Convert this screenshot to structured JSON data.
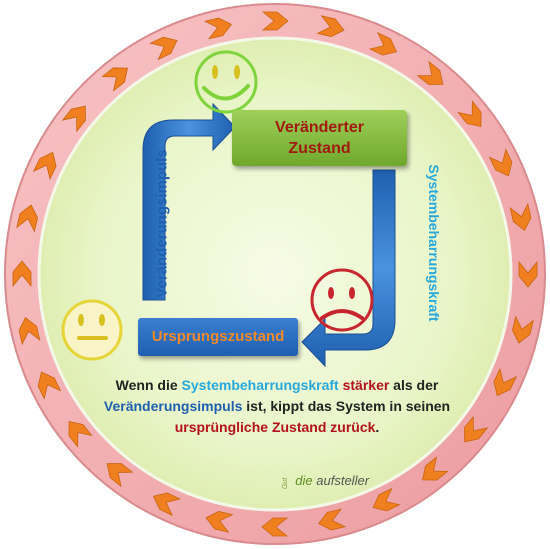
{
  "diagram": {
    "left_label": "Veränderungsimpuls",
    "right_label": "Systembeharrungskraft",
    "top_box": {
      "line1": "Veränderter",
      "line2": "Zustand"
    },
    "bottom_box": "Ursprungszustand",
    "faces": {
      "happy": "happy-face",
      "neutral": "neutral-face",
      "sad": "sad-face"
    },
    "caption": {
      "p1": "Wenn die ",
      "p2": "Systembeharrungskraft",
      "p3": " ",
      "p4": "stärker",
      "p5": " als der ",
      "p6": "Veränderungsimpuls",
      "p7": " ist, kippt das System in seinen ",
      "p8": "ursprüngliche Zustand zurück",
      "p9": "."
    },
    "brand": {
      "prefix": "Gut",
      "die": "die",
      "rest": " aufsteller"
    },
    "colors": {
      "ring": "#f3a3a6",
      "inner": "#e9f5c8",
      "chevron": "#f07f1f",
      "blue_arrow": "#2f78c8",
      "green_box": "#8cc64a",
      "blue_box": "#2a6fc5"
    }
  }
}
